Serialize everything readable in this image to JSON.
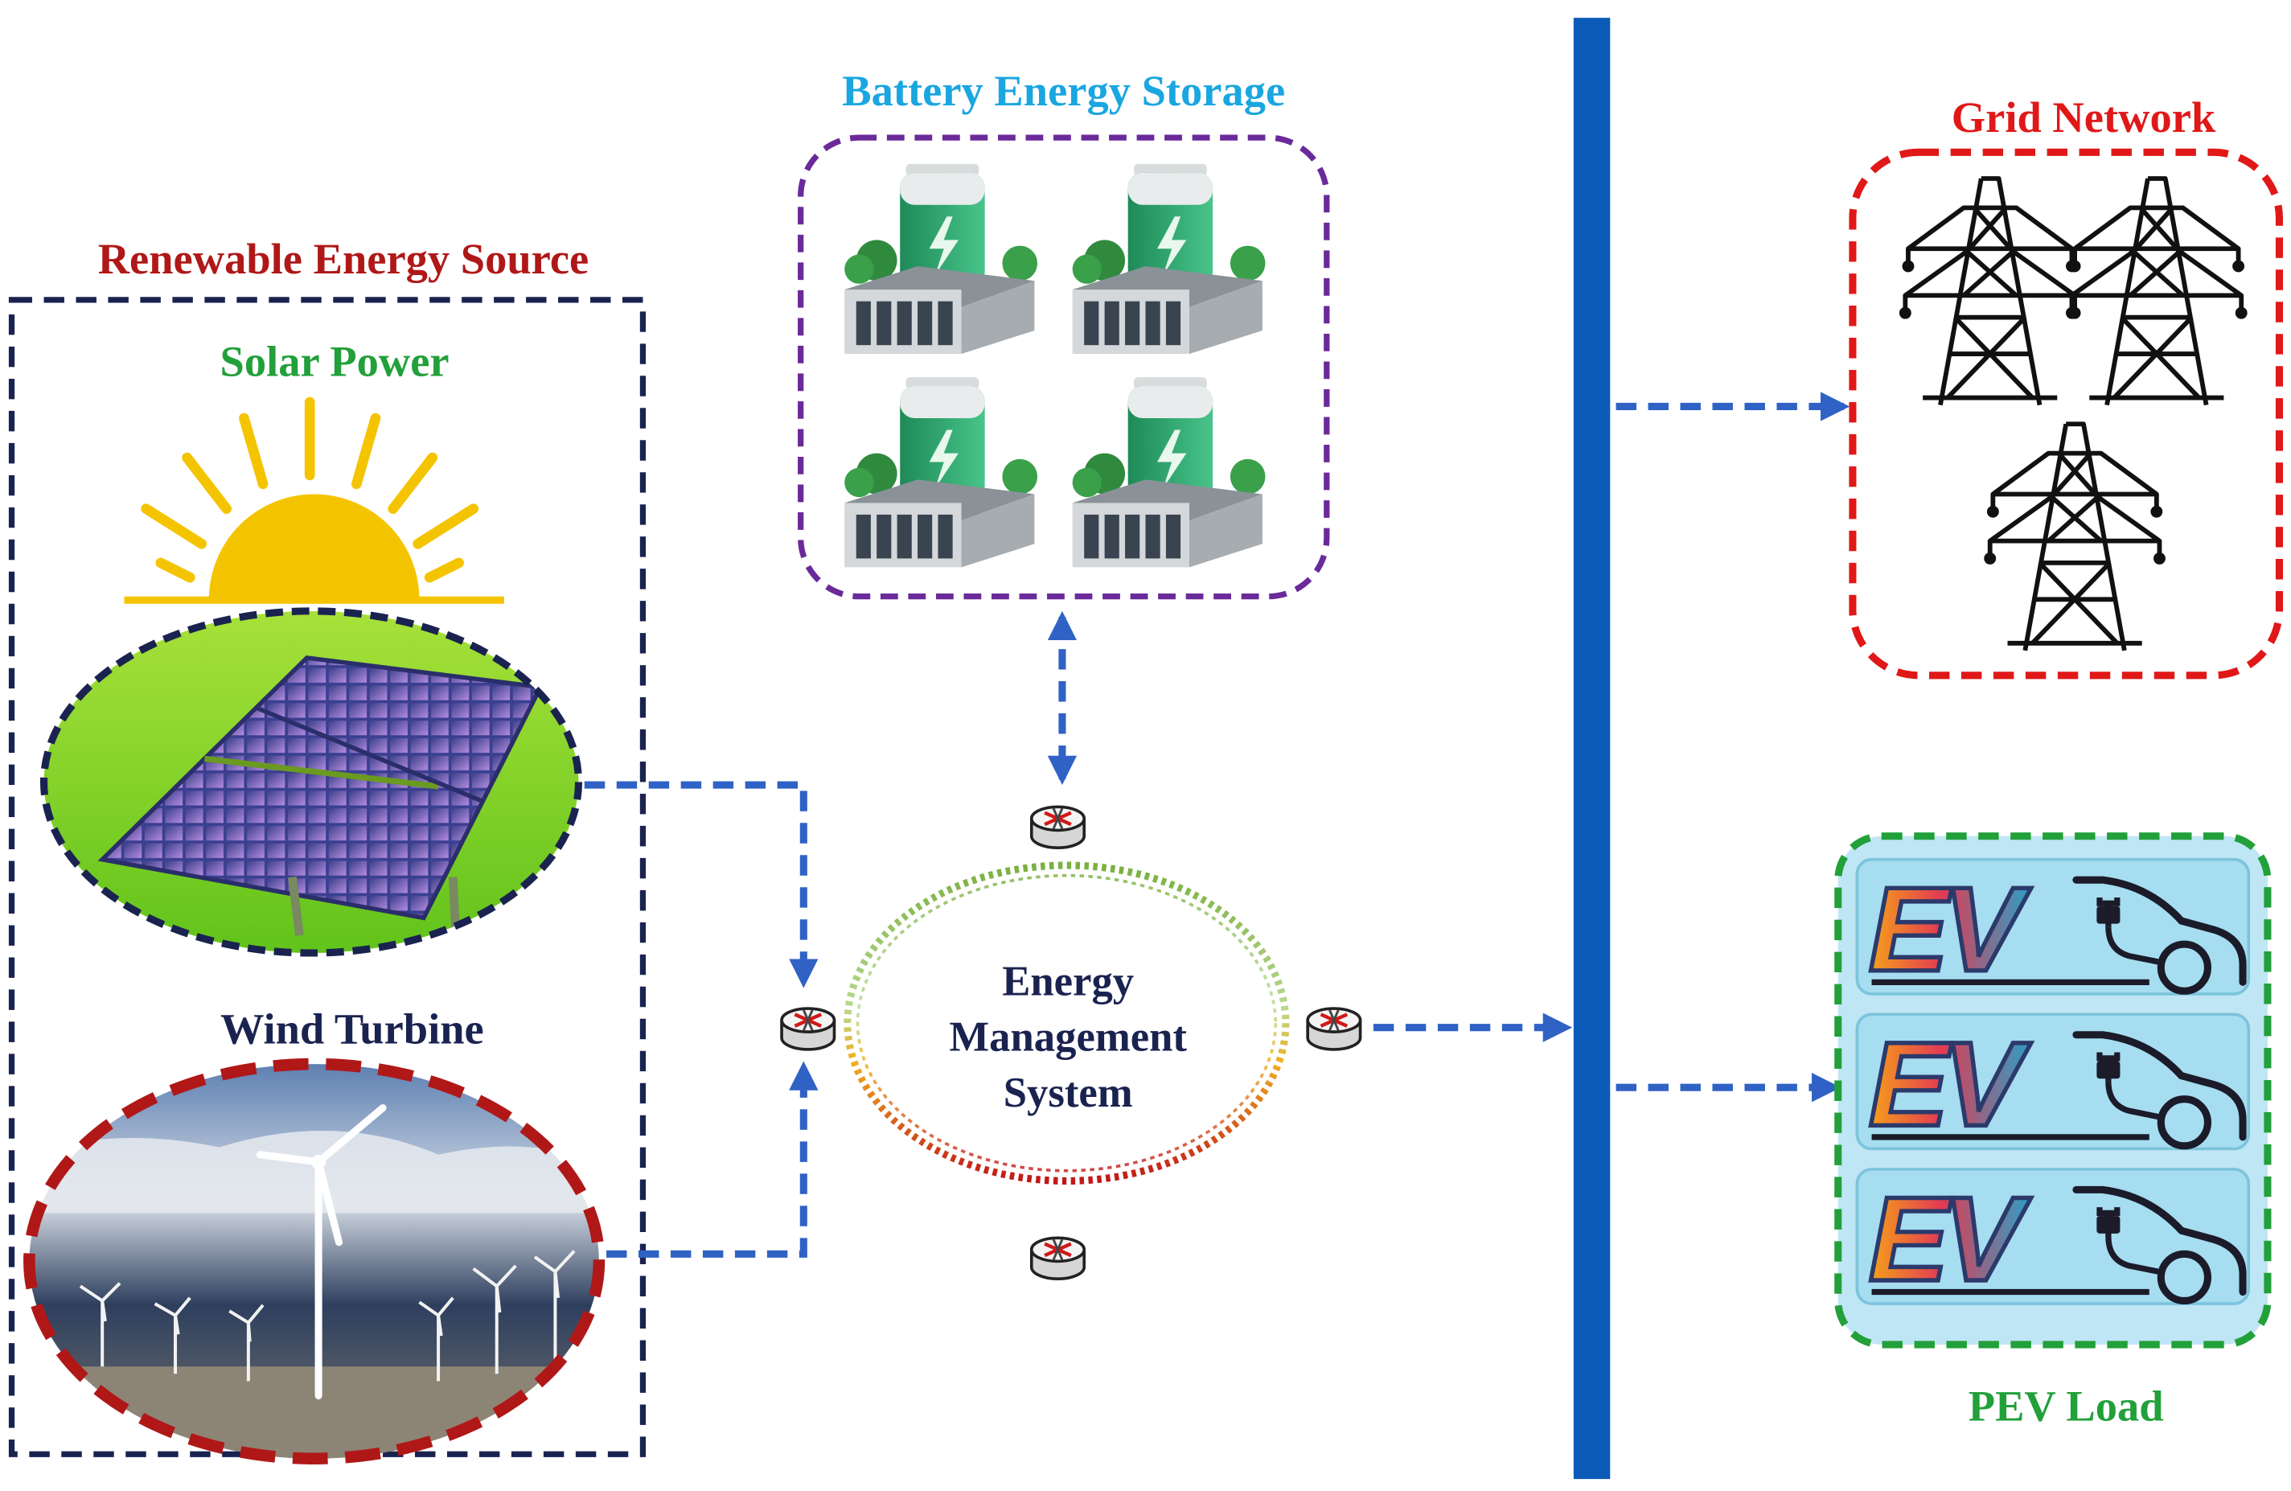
{
  "labels": {
    "renewable_title": "Renewable Energy Source",
    "solar_title": "Solar Power",
    "wind_title": "Wind Turbine",
    "battery_title": "Battery Energy Storage",
    "grid_title": "Grid Network",
    "pev_title": "PEV Load",
    "ems_line1": "Energy",
    "ems_line2": "Management",
    "ems_line3": "System",
    "ev_badge_1": "EV",
    "ev_badge_2": "EV",
    "ev_badge_3": "EV"
  },
  "colors": {
    "renewable": "#b01818",
    "solar": "#22a03a",
    "wind": "#1a2350",
    "battery": "#1aa6e0",
    "grid": "#e01818",
    "pev": "#22a03a",
    "ems_text": "#1a2350",
    "busbar": "#0c5ab8",
    "arrow": "#2f62c4"
  },
  "icons": {
    "sun": "sun-icon",
    "solar_panel": "solar-panel-icon",
    "wind_farm": "wind-farm-icon",
    "battery": "battery-storage-icon",
    "tower": "transmission-tower-icon",
    "ev": "ev-car-icon",
    "router": "router-icon"
  }
}
